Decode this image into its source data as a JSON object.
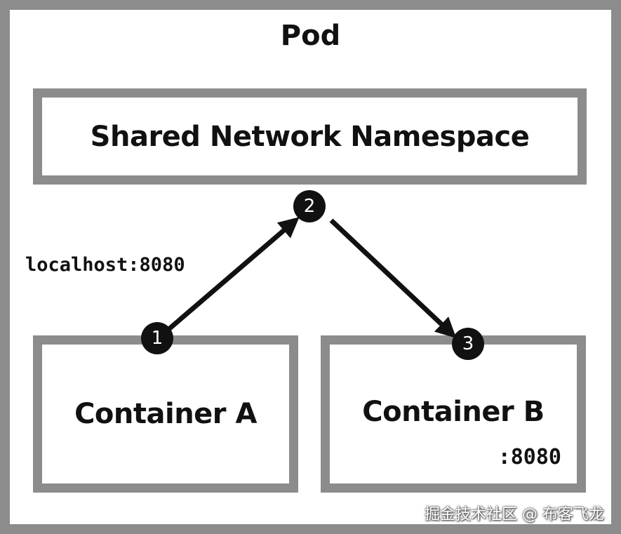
{
  "pod": {
    "title": "Pod"
  },
  "namespace": {
    "label": "Shared Network Namespace"
  },
  "containers": {
    "a": {
      "label": "Container A"
    },
    "b": {
      "label": "Container B",
      "port": ":8080"
    }
  },
  "steps": [
    "1",
    "2",
    "3"
  ],
  "connection": {
    "endpoint": "localhost:8080"
  },
  "watermark": "掘金技术社区 @ 布客飞龙",
  "colors": {
    "frame": "#8c8c8c",
    "marker": "#111111",
    "background": "#ffffff"
  }
}
